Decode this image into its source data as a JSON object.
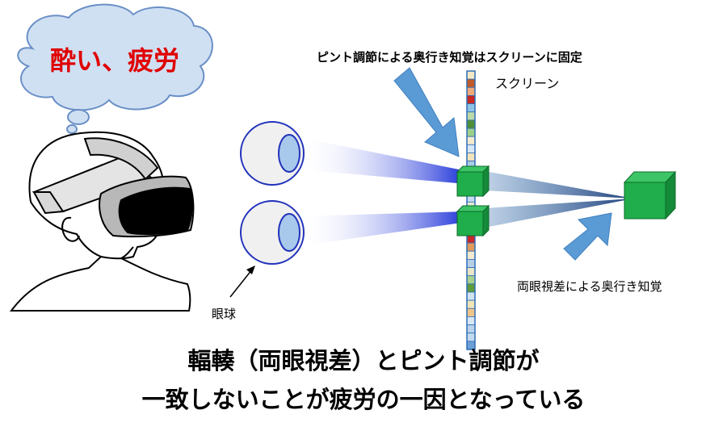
{
  "thought_bubble": {
    "text": "酔い、疲労"
  },
  "labels": {
    "focus": "ピント調節による奥行き知覚はスクリーンに固定",
    "screen": "スクリーン",
    "vergence": "両眼視差による奥行き知覚",
    "eyeball": "眼球"
  },
  "caption": {
    "line1": "輻輳（両眼視差）とピント調節が",
    "line2": "一致しないことが疲労の一因となっている"
  },
  "colors": {
    "thought_text": "#e00000",
    "cloud_fill": "#cfe0f3",
    "cloud_stroke": "#6a8fc6",
    "eye_stroke": "#2233bb",
    "iris": "#a9c9ec",
    "ray": "#1a2fd8",
    "cube": "#1fae4b",
    "arrow": "#5b9bd5",
    "strip_border": "#2e6db5"
  },
  "screen_strip_colors": [
    "#f3e9c4",
    "#c05a2a",
    "#f0a978",
    "#c8281f",
    "#8ec3e6",
    "#bcd9a8",
    "#4f8f3a",
    "#9ccf8a",
    "#f3ead0",
    "#d7e8f5",
    "#f2e3bd",
    "#a9cbe6",
    "#e7c7a3",
    "#f0f0f0",
    "#d8e7f5",
    "#c5dcef",
    "#e4ecd0",
    "#f0d9c2",
    "#dde9f5",
    "#cfe3d0",
    "#c7282a",
    "#e09a5a",
    "#f3ead0",
    "#b7d0e8",
    "#eae6c7",
    "#a9d28f",
    "#5f9b3b",
    "#cfe3f0",
    "#efe5b8",
    "#f0c38a",
    "#d9e6f4",
    "#bcd2ea",
    "#c3dbef",
    "#6aa0d6"
  ]
}
